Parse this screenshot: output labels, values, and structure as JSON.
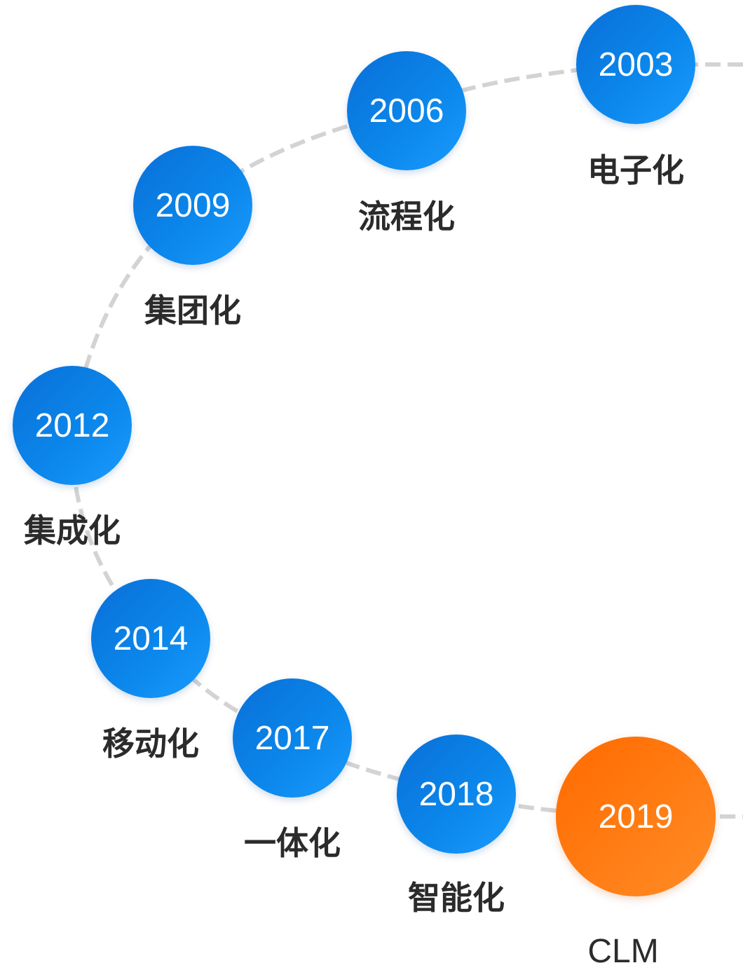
{
  "timeline": {
    "line_color": "#d3d3d3",
    "node_color": "#0b80e6",
    "highlight_color": "#ff7410",
    "milestones": [
      {
        "year": "2003",
        "label": "电子化"
      },
      {
        "year": "2006",
        "label": "流程化"
      },
      {
        "year": "2009",
        "label": "集团化"
      },
      {
        "year": "2012",
        "label": "集成化"
      },
      {
        "year": "2014",
        "label": "移动化"
      },
      {
        "year": "2017",
        "label": "一体化"
      },
      {
        "year": "2018",
        "label": "智能化"
      },
      {
        "year": "2019",
        "label": "CLM",
        "highlight": true
      }
    ]
  }
}
